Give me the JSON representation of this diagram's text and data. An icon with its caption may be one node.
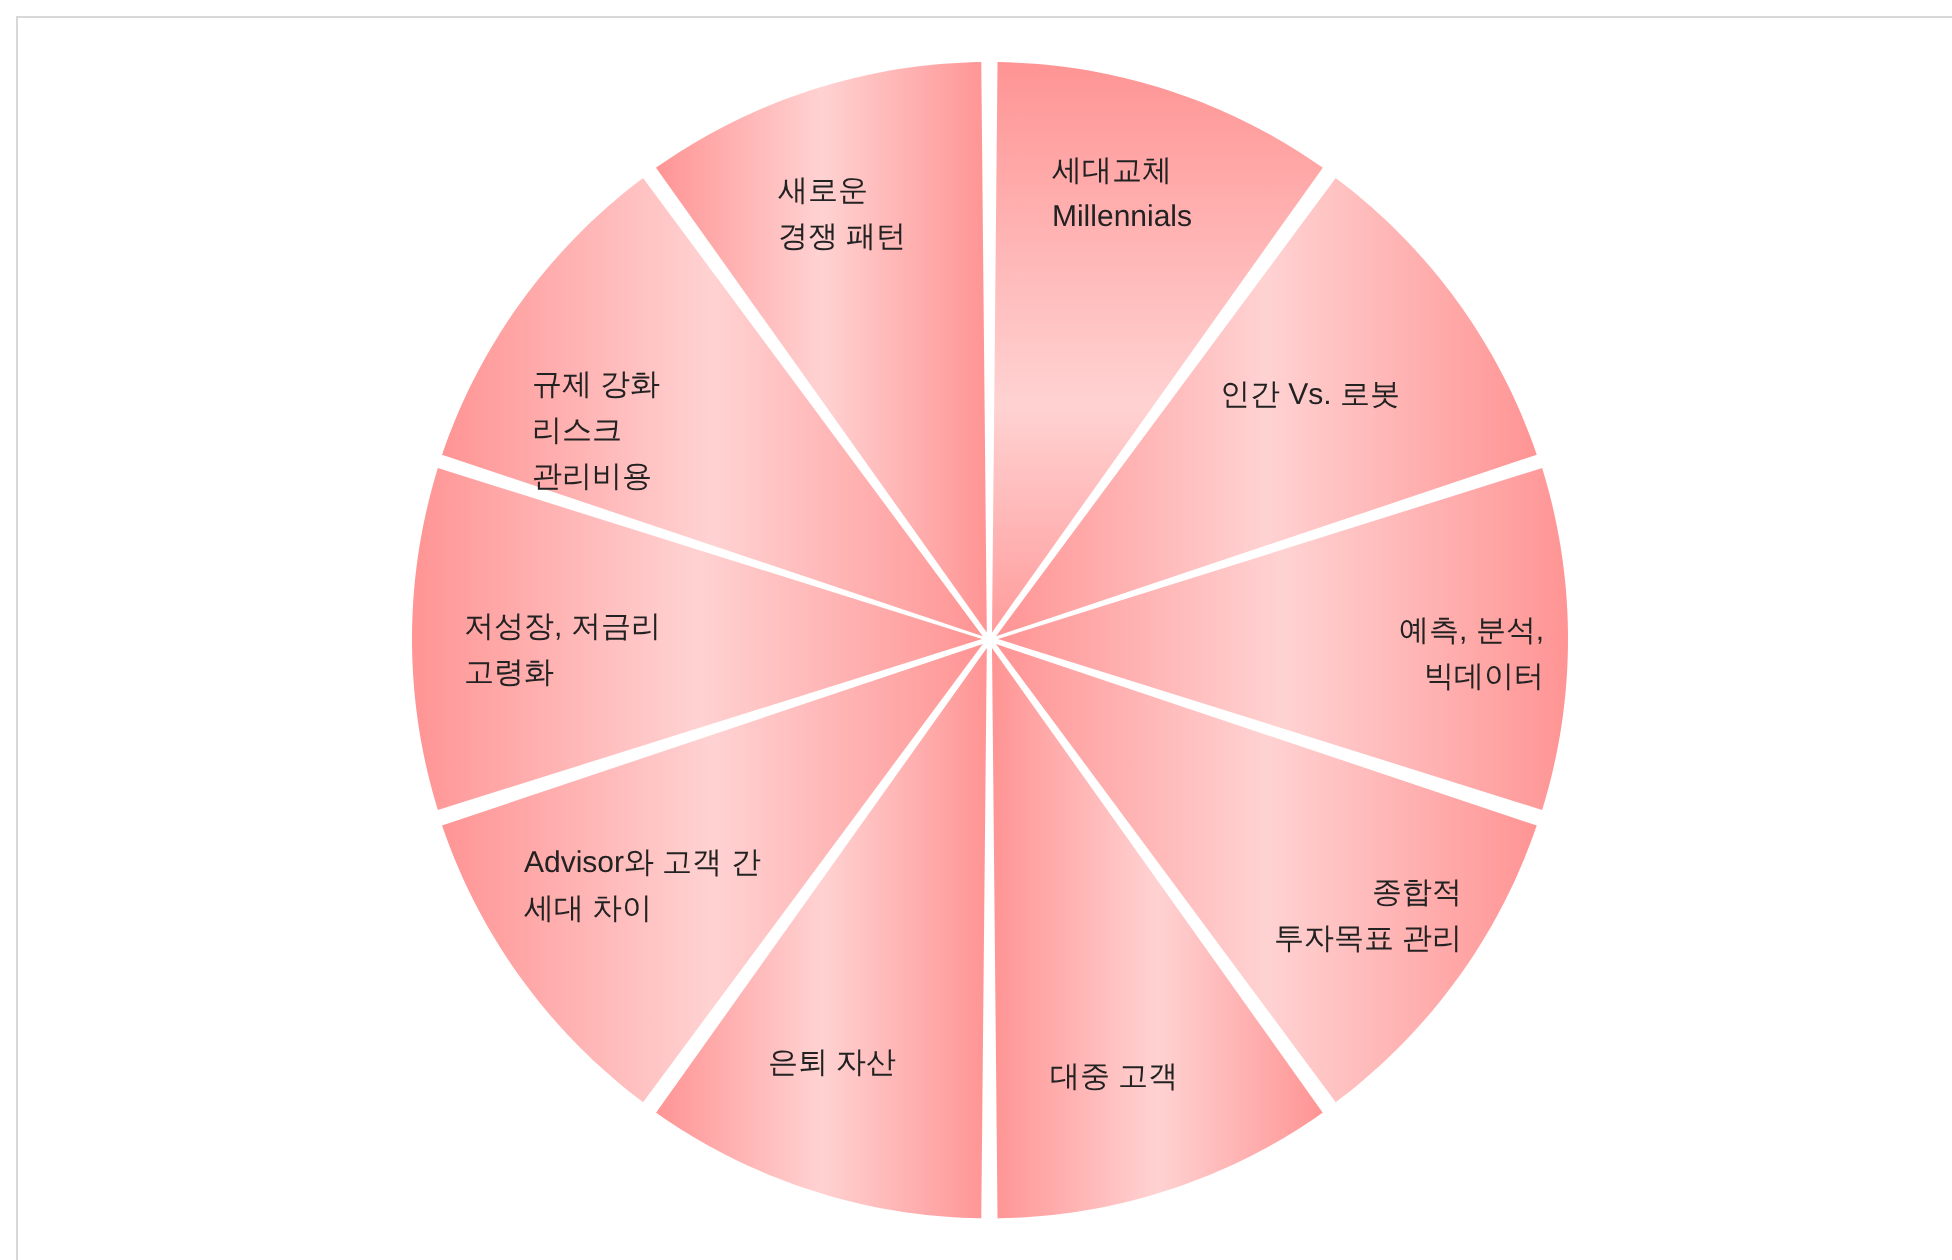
{
  "diagram": {
    "nodes": [
      {
        "text": [
          "세대교체 Millennials"
        ]
      },
      {
        "text": [
          "인간 Vs. 로봇"
        ]
      },
      {
        "text": [
          "예측, 분석, 빅데이터"
        ]
      },
      {
        "text": [
          "종합적 투자목표 관리"
        ]
      },
      {
        "text": [
          "대중 고객"
        ]
      },
      {
        "text": [
          "은퇴 자산"
        ]
      },
      {
        "text": [
          "Advisor와 고객 간 세대 차이"
        ]
      },
      {
        "text": [
          "저성장, 저금리 고령화"
        ]
      },
      {
        "text": [
          "규제 강화 리스크 관리비용"
        ]
      },
      {
        "text": [
          "새로운 경쟁 패턴"
        ]
      }
    ]
  }
}
